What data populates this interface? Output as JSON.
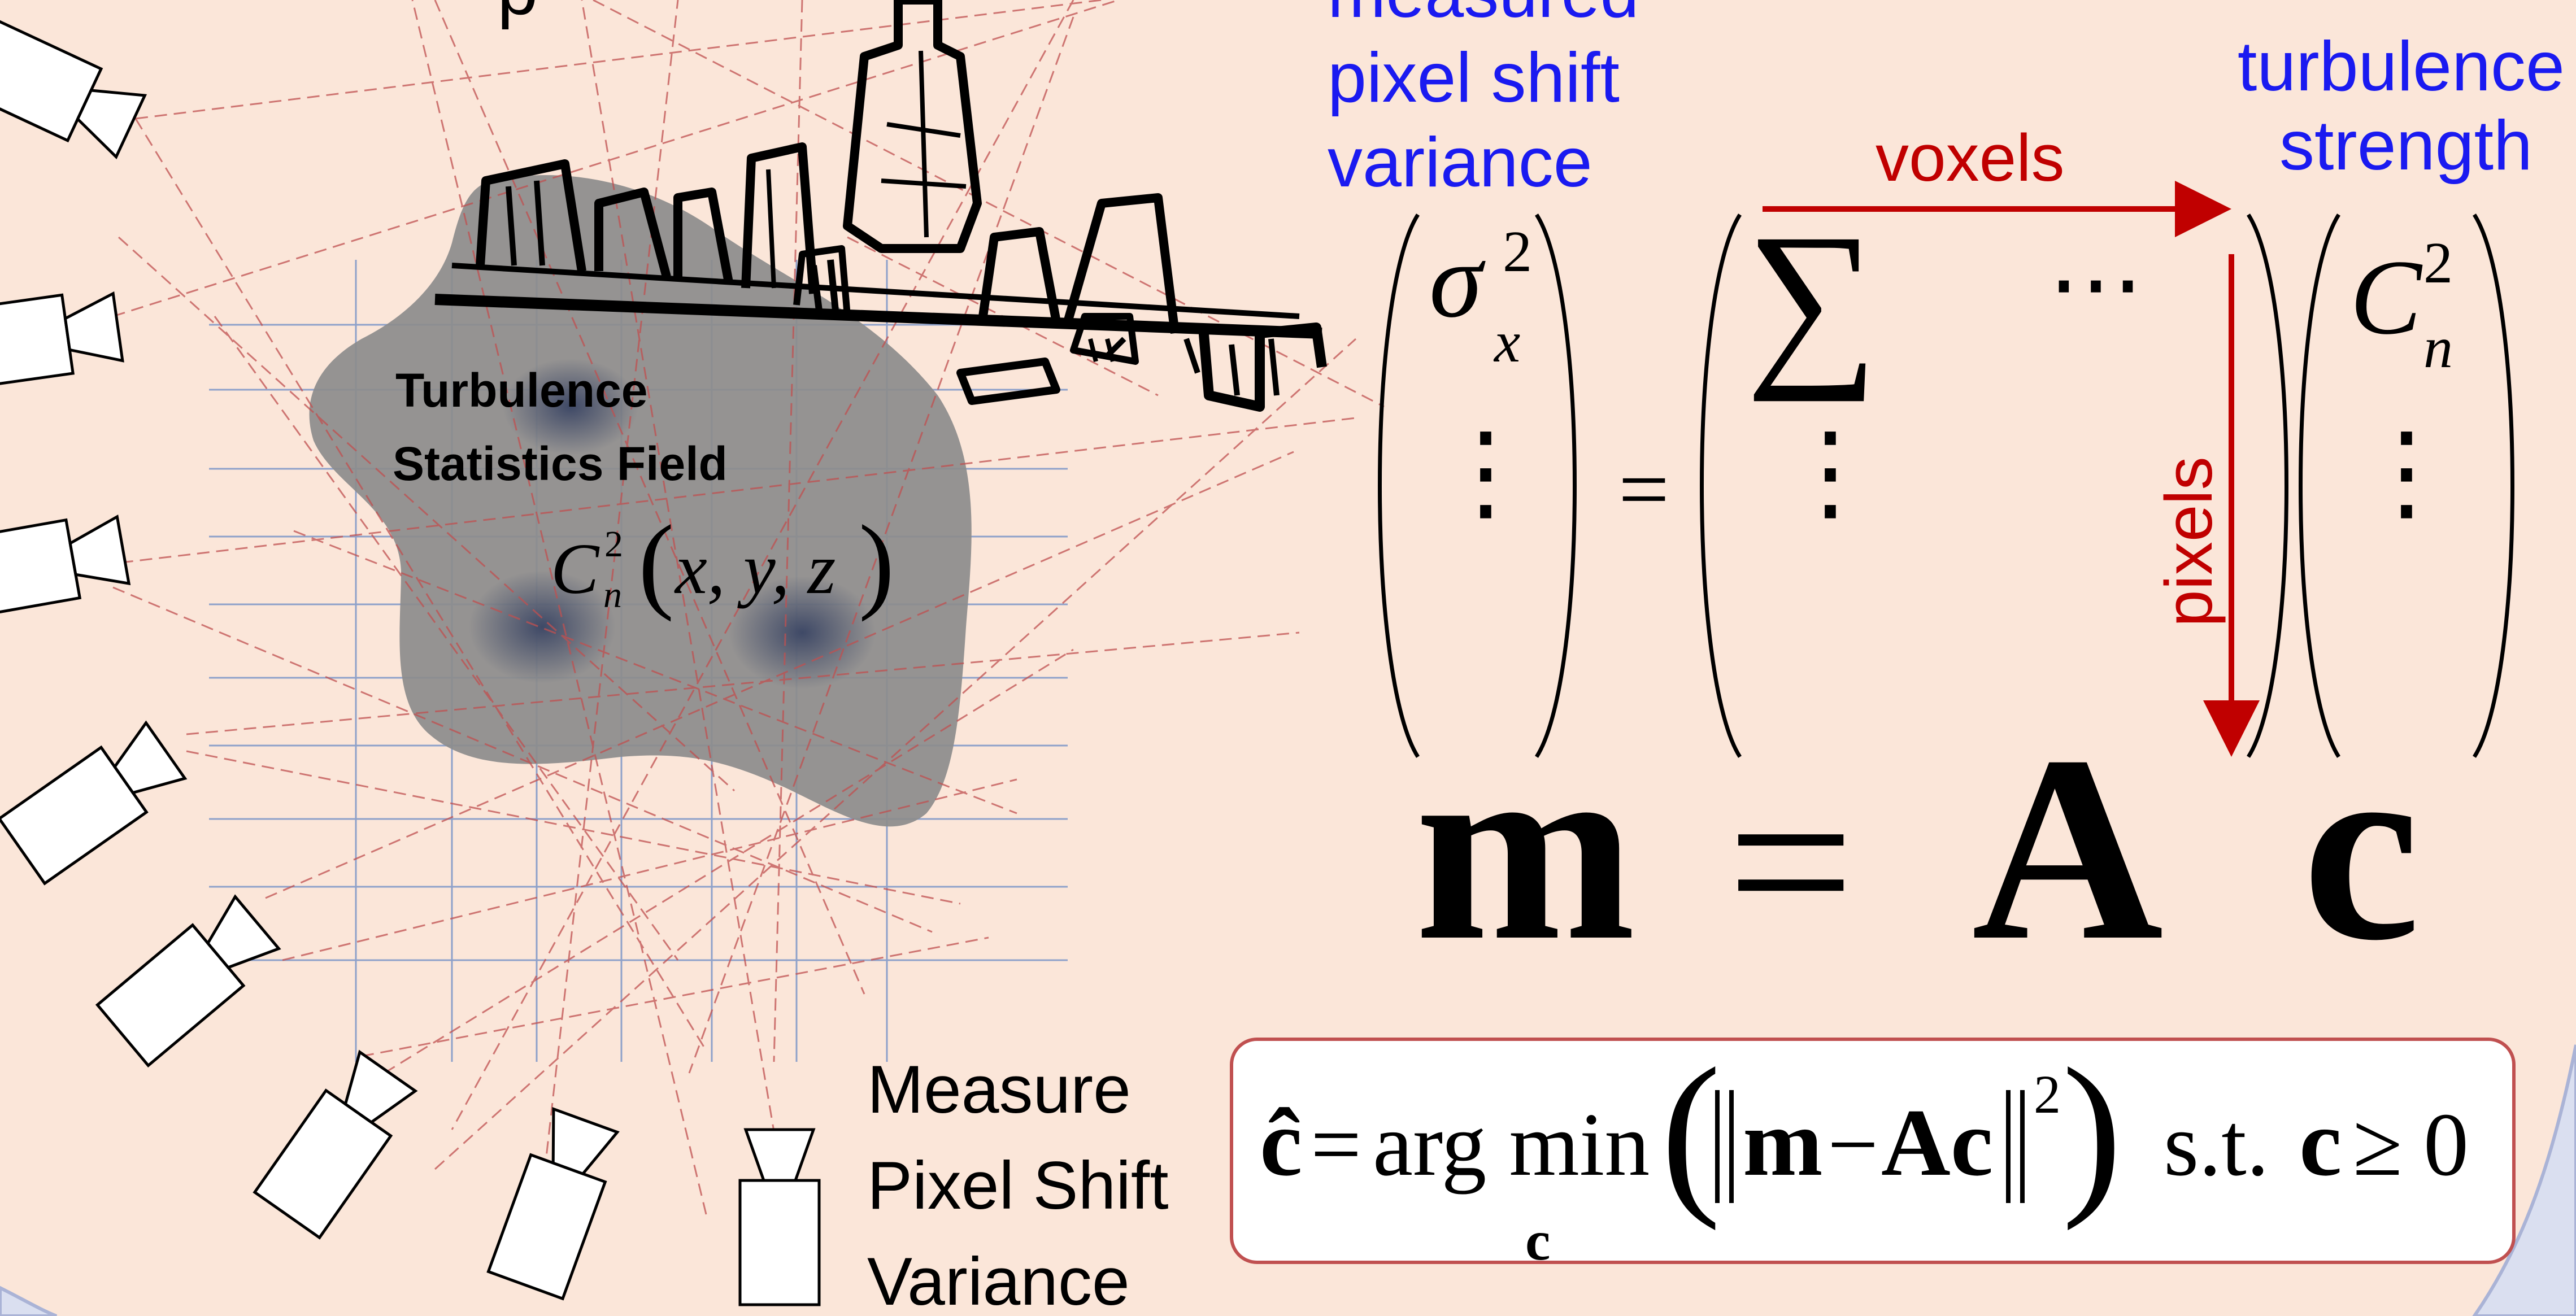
{
  "colors": {
    "background": "#fbe6d9",
    "outer_border": "#cdd2ea",
    "blue_label": "#1a1af0",
    "red_label": "#c00000",
    "grid_line": "#7b96c8",
    "ray_line": "#c05050",
    "blob_fill": "#8c8c8c",
    "dark_spot": "#3a4564",
    "formula_box_border": "#c05050"
  },
  "icons": [
    "camera-icon",
    "city-skyline-icon",
    "turbulence-field-blob"
  ],
  "left_panel": {
    "field_label_line1": "Turbulence",
    "field_label_line2": "Statistics Field",
    "field_formula_base": "C",
    "field_formula_sup": "2",
    "field_formula_sub": "n",
    "field_formula_args": "x, y, z",
    "measure_line1": "Measure",
    "measure_line2": "Pixel Shift",
    "measure_line3": "Variance",
    "top_partial_text": "p"
  },
  "equation": {
    "label_measured_line1": "measured",
    "label_measured_line2": "pixel shift",
    "label_measured_line3": "variance",
    "label_turbulence_line1": "turbulence",
    "label_turbulence_line2": "strength",
    "arrow_voxels": "voxels",
    "arrow_pixels": "pixels",
    "sigma_symbol": "σ",
    "sigma_sub": "x",
    "sigma_sup": "2",
    "sum_symbol": "∑",
    "hdots": "⋯",
    "vdots": "⋮",
    "cn_base": "C",
    "cn_sub": "n",
    "cn_sup": "2",
    "equals": "=",
    "m": "m",
    "A": "A",
    "c": "c"
  },
  "formula_box": {
    "c_hat": "ĉ",
    "equals": "=",
    "argmin": "arg min",
    "under": "c",
    "m": "m",
    "minus": "−",
    "Ac": "Ac",
    "sup": "2",
    "st": "s.t.",
    "c": "c",
    "geq": "≥",
    "zero": "0"
  }
}
